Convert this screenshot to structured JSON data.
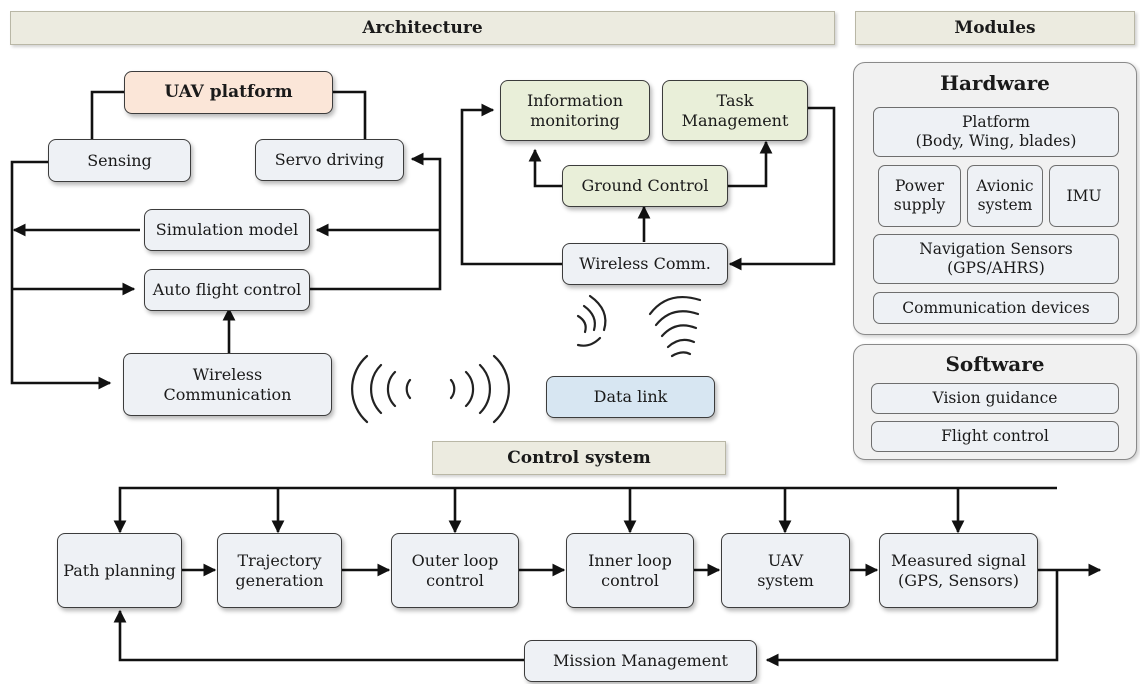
{
  "headers": {
    "architecture": "Architecture",
    "modules": "Modules",
    "control_system": "Control system"
  },
  "architecture": {
    "uav_platform": "UAV platform",
    "sensing": "Sensing",
    "servo_driving": "Servo driving",
    "simulation_model": "Simulation model",
    "auto_flight_control": "Auto flight control",
    "wireless_communication": "Wireless\nCommunication",
    "information_monitoring": "Information\nmonitoring",
    "task_management": "Task\nManagement",
    "ground_control": "Ground Control",
    "wireless_comm": "Wireless Comm.",
    "data_link": "Data link",
    "icons": [
      "radio-waves-icon",
      "wifi-signal-icon"
    ]
  },
  "modules": {
    "hardware": {
      "title": "Hardware",
      "platform": "Platform\n(Body, Wing, blades)",
      "power_supply": "Power\nsupply",
      "avionic_system": "Avionic\nsystem",
      "imu": "IMU",
      "navigation_sensors": "Navigation Sensors\n(GPS/AHRS)",
      "communication_devices": "Communication devices"
    },
    "software": {
      "title": "Software",
      "vision_guidance": "Vision guidance",
      "flight_control": "Flight control"
    }
  },
  "control_system": {
    "path_planning": "Path planning",
    "trajectory_generation": "Trajectory\ngeneration",
    "outer_loop_control": "Outer loop\ncontrol",
    "inner_loop_control": "Inner loop\ncontrol",
    "uav_system": "UAV\nsystem",
    "measured_signal": "Measured signal\n(GPS, Sensors)",
    "mission_management": "Mission Management"
  },
  "colors": {
    "header_band": "#ecebe0",
    "box_gray": "#eef1f5",
    "box_green": "#e9efd9",
    "uav_platform": "#fbe6d8",
    "data_link": "#d7e6f2",
    "line": "#111111"
  }
}
